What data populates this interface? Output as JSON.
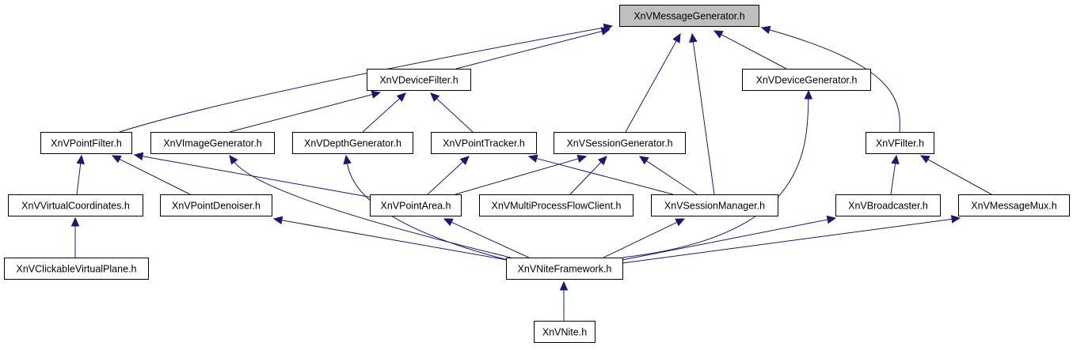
{
  "graph": {
    "root": "XnVMessageGenerator.h",
    "nodes": {
      "msggen": "XnVMessageGenerator.h",
      "devfilter": "XnVDeviceFilter.h",
      "devgen": "XnVDeviceGenerator.h",
      "pointfilter": "XnVPointFilter.h",
      "imagegen": "XnVImageGenerator.h",
      "depthgen": "XnVDepthGenerator.h",
      "pointtracker": "XnVPointTracker.h",
      "sessiongen": "XnVSessionGenerator.h",
      "filter": "XnVFilter.h",
      "virtcoords": "XnVVirtualCoordinates.h",
      "pointdenoiser": "XnVPointDenoiser.h",
      "pointarea": "XnVPointArea.h",
      "multiproc": "XnVMultiProcessFlowClient.h",
      "sessionmgr": "XnVSessionManager.h",
      "broadcaster": "XnVBroadcaster.h",
      "msgmux": "XnVMessageMux.h",
      "clickplane": "XnVClickableVirtualPlane.h",
      "niteframework": "XnVNiteFramework.h",
      "nite": "XnVNite.h"
    },
    "edges": [
      {
        "from": "devfilter",
        "to": "msggen"
      },
      {
        "from": "devgen",
        "to": "msggen"
      },
      {
        "from": "pointfilter",
        "to": "msggen"
      },
      {
        "from": "sessiongen",
        "to": "msggen"
      },
      {
        "from": "sessionmgr",
        "to": "msggen"
      },
      {
        "from": "filter",
        "to": "msggen"
      },
      {
        "from": "imagegen",
        "to": "devfilter"
      },
      {
        "from": "depthgen",
        "to": "devfilter"
      },
      {
        "from": "pointtracker",
        "to": "devfilter"
      },
      {
        "from": "virtcoords",
        "to": "pointfilter"
      },
      {
        "from": "pointdenoiser",
        "to": "pointfilter"
      },
      {
        "from": "pointarea",
        "to": "pointfilter"
      },
      {
        "from": "pointarea",
        "to": "pointtracker"
      },
      {
        "from": "sessionmgr",
        "to": "pointtracker"
      },
      {
        "from": "pointarea",
        "to": "sessiongen"
      },
      {
        "from": "multiproc",
        "to": "sessiongen"
      },
      {
        "from": "sessionmgr",
        "to": "sessiongen"
      },
      {
        "from": "broadcaster",
        "to": "filter"
      },
      {
        "from": "msgmux",
        "to": "filter"
      },
      {
        "from": "clickplane",
        "to": "virtcoords"
      },
      {
        "from": "niteframework",
        "to": "imagegen"
      },
      {
        "from": "niteframework",
        "to": "depthgen"
      },
      {
        "from": "niteframework",
        "to": "pointdenoiser"
      },
      {
        "from": "niteframework",
        "to": "pointarea"
      },
      {
        "from": "niteframework",
        "to": "sessionmgr"
      },
      {
        "from": "niteframework",
        "to": "devgen"
      },
      {
        "from": "niteframework",
        "to": "broadcaster"
      },
      {
        "from": "niteframework",
        "to": "msgmux"
      },
      {
        "from": "nite",
        "to": "niteframework"
      }
    ]
  },
  "colors": {
    "edge": "#191970",
    "highlight_fill": "#bfbfbf",
    "node_fill": "#ffffff",
    "node_border": "#000000"
  }
}
